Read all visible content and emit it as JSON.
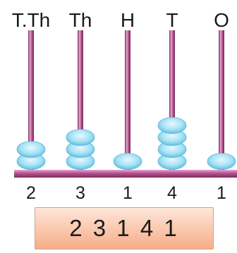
{
  "place_values": [
    {
      "header": "T.Th",
      "beads": 2,
      "digit": "2"
    },
    {
      "header": "Th",
      "beads": 3,
      "digit": "3"
    },
    {
      "header": "H",
      "beads": 1,
      "digit": "1"
    },
    {
      "header": "T",
      "beads": 4,
      "digit": "4"
    },
    {
      "header": "O",
      "beads": 1,
      "digit": "1"
    }
  ],
  "number": "2 3 1 4 1",
  "colors": {
    "rod": "#b5508f",
    "bead": "#8fd8f0",
    "base": "#b5508f",
    "box_fill": "#f6ad87"
  }
}
